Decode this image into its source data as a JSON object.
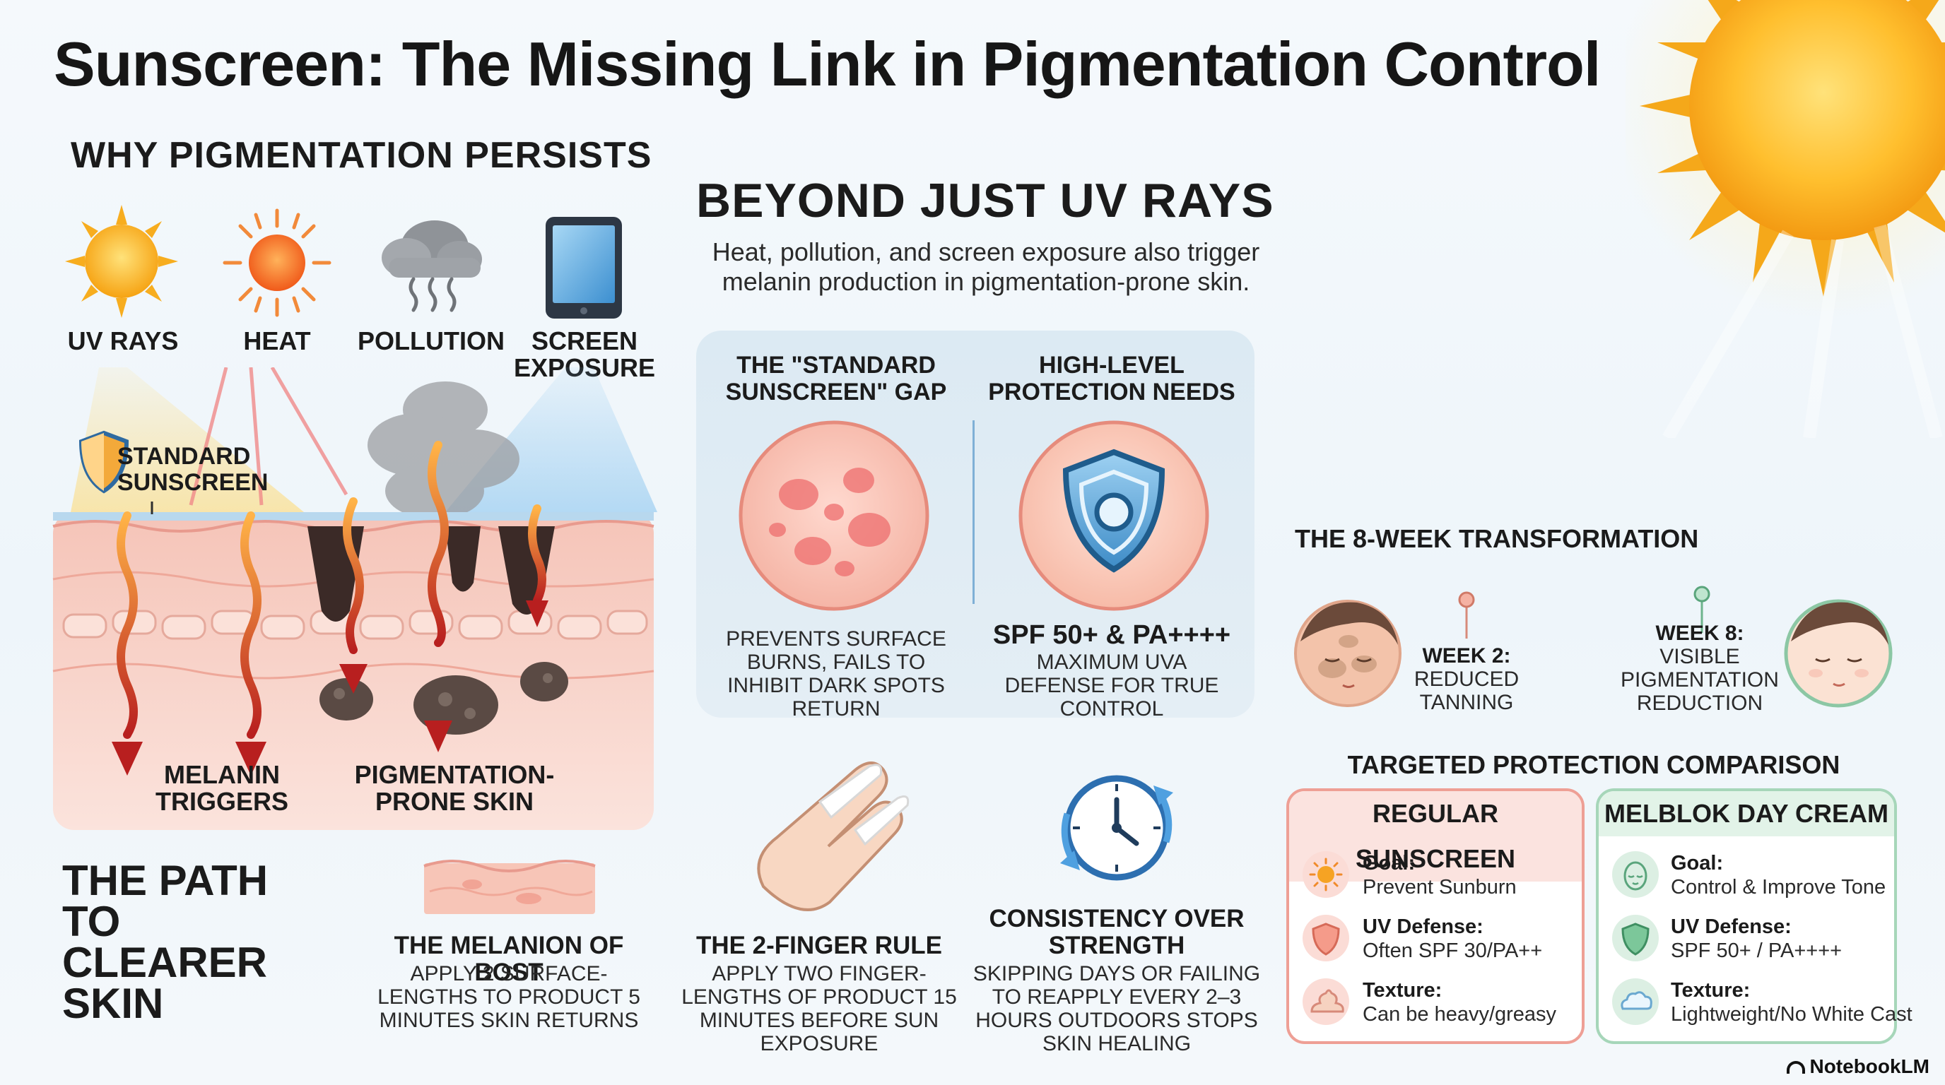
{
  "title": "Sunscreen: The Missing Link in Pigmentation Control",
  "why": {
    "heading": "WHY PIGMENTATION PERSISTS",
    "triggers": [
      {
        "label": "UV RAYS",
        "icon": "sun-icon"
      },
      {
        "label": "HEAT",
        "icon": "heat-sun-icon"
      },
      {
        "label": "POLLUTION",
        "icon": "pollution-cloud-icon"
      },
      {
        "label": "SCREEN EXPOSURE",
        "icon": "tablet-icon"
      }
    ],
    "standard_sunscreen_label": "STANDARD SUNSCREEN",
    "melanin_label": "MELANIN TRIGGERS",
    "prone_label": "PIGMENTATION- PRONE SKIN"
  },
  "beyond": {
    "heading": "BEYOND JUST UV RAYS",
    "subtitle": "Heat, pollution, and screen exposure also trigger melanin production in pigmentation-prone skin.",
    "gap": {
      "title": "THE \"STANDARD SUNSCREEN\" GAP",
      "text": "PREVENTS SURFACE BURNS, FAILS TO INHIBIT DARK SPOTS RETURN"
    },
    "needs": {
      "title": "HIGH-LEVEL PROTECTION NEEDS",
      "strong": "SPF 50+ & PA++++",
      "text": "MAXIMUM UVA DEFENSE FOR TRUE CONTROL"
    }
  },
  "path": {
    "heading": "THE PATH TO CLEARER SKIN",
    "steps": [
      {
        "title": "THE MELANION OF BOST",
        "text": "APPLY 2 SURFACE-LENGTHS TO PRODUCT 5 MINUTES SKIN RETURNS"
      },
      {
        "title": "THE 2-FINGER RULE",
        "text": "APPLY TWO FINGER-LENGTHS OF PRODUCT 15 MINUTES BEFORE SUN EXPOSURE"
      },
      {
        "title": "CONSISTENCY OVER STRENGTH",
        "text": "SKIPPING DAYS OR FAILING TO REAPPLY EVERY 2–3 HOURS OUTDOORS STOPS SKIN HEALING"
      }
    ]
  },
  "transformation": {
    "heading": "THE 8-WEEK TRANSFORMATION",
    "week2": {
      "title": "WEEK 2:",
      "text": "REDUCED TANNING"
    },
    "week8": {
      "title": "WEEK 8:",
      "text": "VISIBLE PIGMENTATION REDUCTION"
    }
  },
  "comparison": {
    "heading": "TARGETED PROTECTION COMPARISON",
    "regular": {
      "title": "REGULAR SUNSCREEN",
      "color": "#e58a82",
      "rows": [
        {
          "label": "Goal:",
          "value": "Prevent Sunburn",
          "icon": "sun-icon"
        },
        {
          "label": "UV Defense:",
          "value": "Often SPF 30/PA++",
          "icon": "shield-icon"
        },
        {
          "label": "Texture:",
          "value": "Can be heavy/greasy",
          "icon": "cream-dollop-icon"
        }
      ]
    },
    "melblok": {
      "title": "MELBLOK DAY CREAM",
      "color": "#8cc7a4",
      "rows": [
        {
          "label": "Goal:",
          "value": "Control & Improve Tone",
          "icon": "face-icon"
        },
        {
          "label": "UV Defense:",
          "value": "SPF 50+ / PA++++",
          "icon": "shield-icon"
        },
        {
          "label": "Texture:",
          "value": "Lightweight/No White Cast",
          "icon": "cloud-icon"
        }
      ]
    }
  },
  "brand": "NotebookLM"
}
